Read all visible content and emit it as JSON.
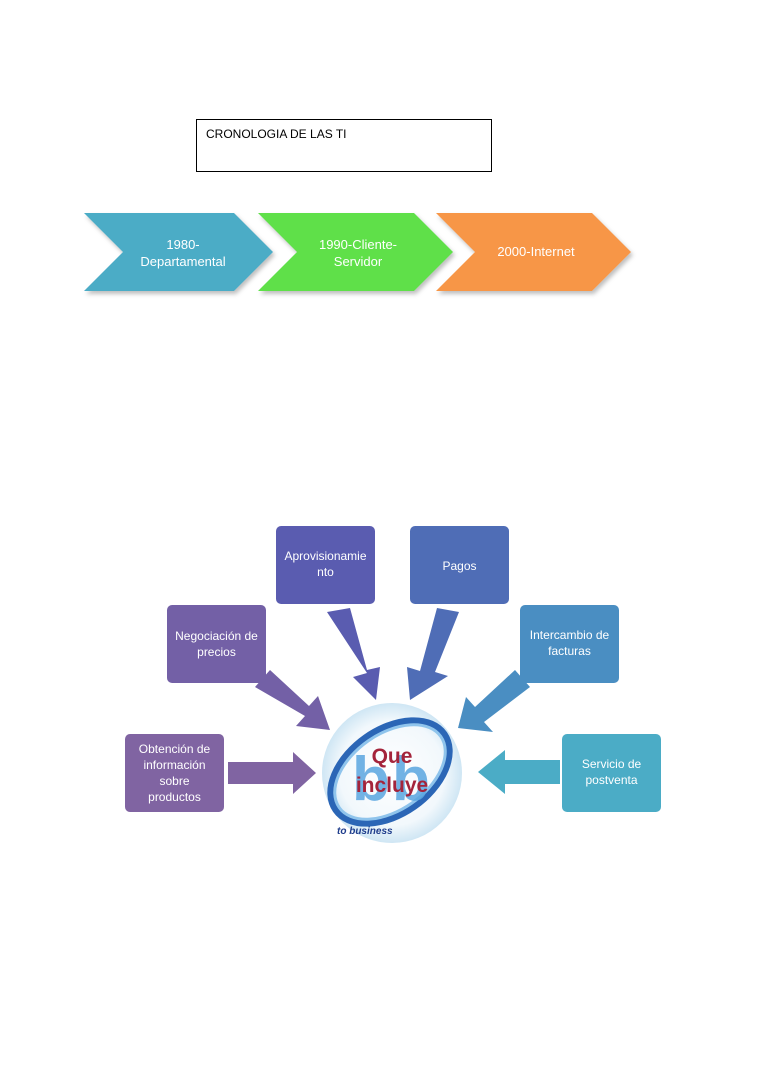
{
  "title": "CRONOLOGIA DE LAS TI",
  "timeline": [
    {
      "label": "1980-\nDepartamental",
      "color": "#4bacc6"
    },
    {
      "label": "1990-Cliente-\nServidor",
      "color": "#5ee04a"
    },
    {
      "label": "2000-Internet",
      "color": "#f79646"
    }
  ],
  "diagram": {
    "center_label": "Que\nincluye",
    "logo_text": "to business",
    "nodes": [
      {
        "label": "Obtención de\ninformación\nsobre\nproductos",
        "color": "#8064a2"
      },
      {
        "label": "Negociación de\nprecios",
        "color": "#7360a6"
      },
      {
        "label": "Aprovisionamie\nnto",
        "color": "#5a5cb0"
      },
      {
        "label": "Pagos",
        "color": "#4f6db6"
      },
      {
        "label": "Intercambio de\nfacturas",
        "color": "#4a8ec2"
      },
      {
        "label": "Servicio de\npostventa",
        "color": "#4bacc6"
      }
    ]
  }
}
